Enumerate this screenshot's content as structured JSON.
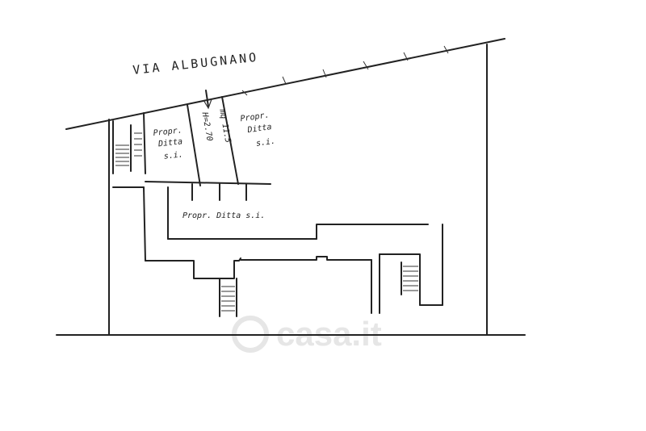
{
  "street_name": "VIA ALBUGNANO",
  "labels": {
    "left_unit": [
      "Propr.",
      "Ditta",
      "s.i."
    ],
    "center_unit": [
      "H=2.70",
      "mq 11.5"
    ],
    "right_unit": [
      "Propr.",
      "Ditta",
      "s.i."
    ],
    "bottom_unit": "Propr. Ditta s.i."
  },
  "watermark": "casa.it",
  "colors": {
    "ink": "#222222",
    "watermark": "#e6e6e6",
    "background": "#ffffff"
  }
}
